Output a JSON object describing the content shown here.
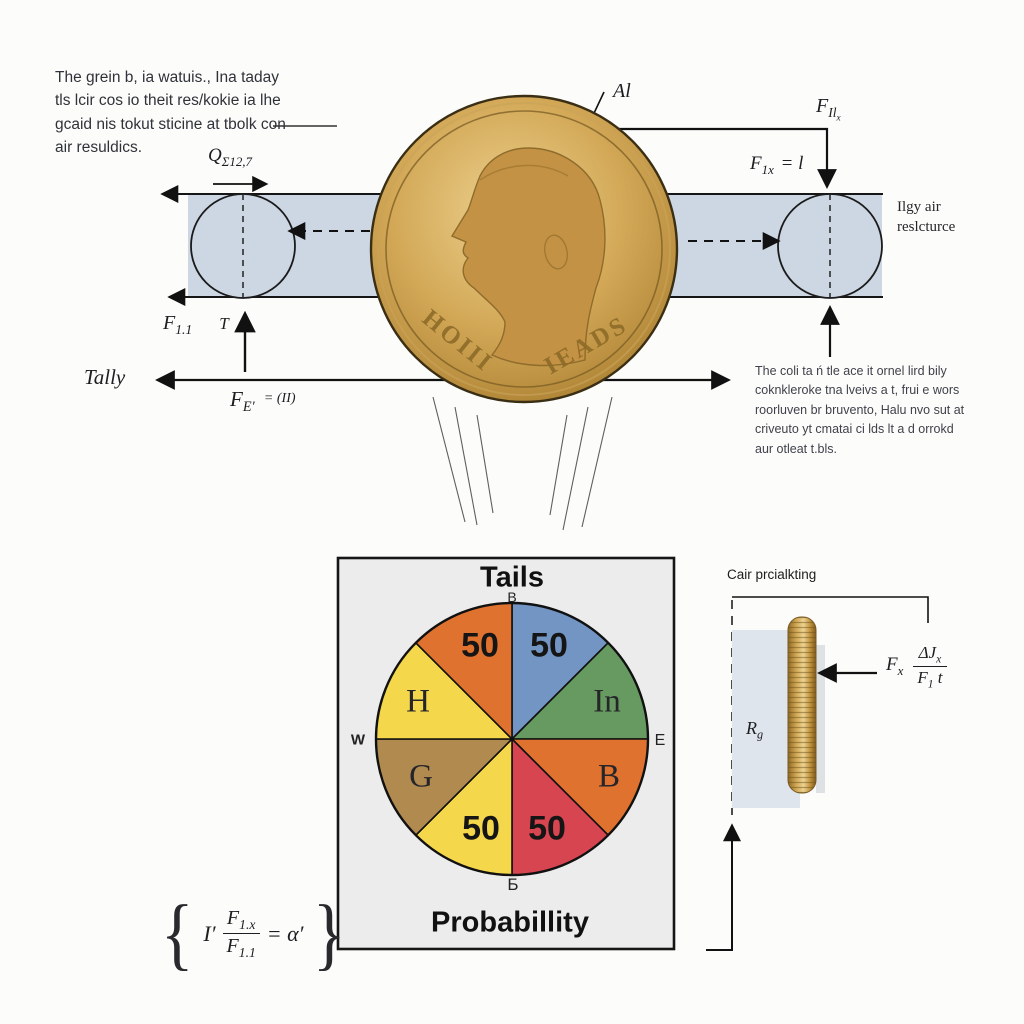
{
  "intro_note": {
    "lines": [
      "The grein b, ia watuis., Ina taday",
      "tls lcir cos io theit res/kokie ia lhe",
      "gcaid nis tokut sticine at tbolk con",
      "air resuldics."
    ]
  },
  "labels": {
    "q": {
      "base": "Q",
      "sub": "Σ12,7"
    },
    "al": "Al",
    "f_hx": {
      "base": "F",
      "sub": "Il",
      "subsub": "x"
    },
    "f_1x": {
      "base": "F",
      "sub": "1x",
      "rest": "= l"
    },
    "air_note": {
      "line1": "Ilgy air",
      "line2": "reslcturce"
    },
    "f_11": {
      "base": "F",
      "sub": "1.1",
      "extra": "T"
    },
    "tally": "Tally",
    "f_e": {
      "base": "F",
      "sub": "E′",
      "rest": "= (II)"
    }
  },
  "coin": {
    "left_inscription": "HOIII",
    "right_inscription": "IEADS"
  },
  "side_note": {
    "lines": [
      "The coli ta ń tle ace it ornel lird bily",
      "coknkleroke tna lveivs a t, frui e wors",
      "roorluven br bruvento, Halu nvo sut at",
      "criveuto yt cmatai ci lds lt a d orrokd",
      "aur otleat t.bls."
    ]
  },
  "probability_box": {
    "title": "Tails",
    "north": "B",
    "south": "Б",
    "west": "W",
    "east": "E",
    "footer": "Probabillity"
  },
  "chart_data": {
    "type": "pie",
    "title": "Tails",
    "caption": "Probabillity",
    "units": "percent",
    "legend_position": "none",
    "sectors": [
      {
        "label": "50",
        "value": 12.5,
        "color": "#7295c4",
        "position": "top-right"
      },
      {
        "label": "In",
        "value": 12.5,
        "color": "#669a60",
        "position": "right-upper"
      },
      {
        "label": "B",
        "value": 12.5,
        "color": "#e0722f",
        "position": "right-lower"
      },
      {
        "label": "50",
        "value": 12.5,
        "color": "#d64550",
        "position": "bottom-right"
      },
      {
        "label": "50",
        "value": 12.5,
        "color": "#f5d74b",
        "position": "bottom-left"
      },
      {
        "label": "G",
        "value": 12.5,
        "color": "#b18a50",
        "position": "left-lower"
      },
      {
        "label": "H",
        "value": 12.5,
        "color": "#f5d74b",
        "position": "left-upper"
      },
      {
        "label": "50",
        "value": 12.5,
        "color": "#e0722f",
        "position": "top-left"
      }
    ],
    "compass": {
      "north": "B",
      "south": "Б",
      "west": "W",
      "east": "E"
    }
  },
  "coin_edge_panel": {
    "caption": "Cair prcialkting",
    "rg": {
      "base": "R",
      "sub": "g"
    },
    "fx": {
      "base": "F",
      "sub": "x"
    },
    "fraction": {
      "num_base": "ΔJ",
      "num_sub": "x",
      "den_base": "F",
      "den_sub": "1",
      "den_rest": "t"
    }
  },
  "equation": {
    "brace_left": "{",
    "lhs": "I′",
    "num_base": "F",
    "num_sub": "1.x",
    "den_base": "F",
    "den_sub": "1.1",
    "rhs": "= α′",
    "brace_right": "}"
  },
  "colors": {
    "band": "#cdd7e3",
    "panel_rect": "#dee5ec",
    "box_bg": "#ececec",
    "coin_gold": "#c89b4c",
    "arrow": "#111111"
  }
}
